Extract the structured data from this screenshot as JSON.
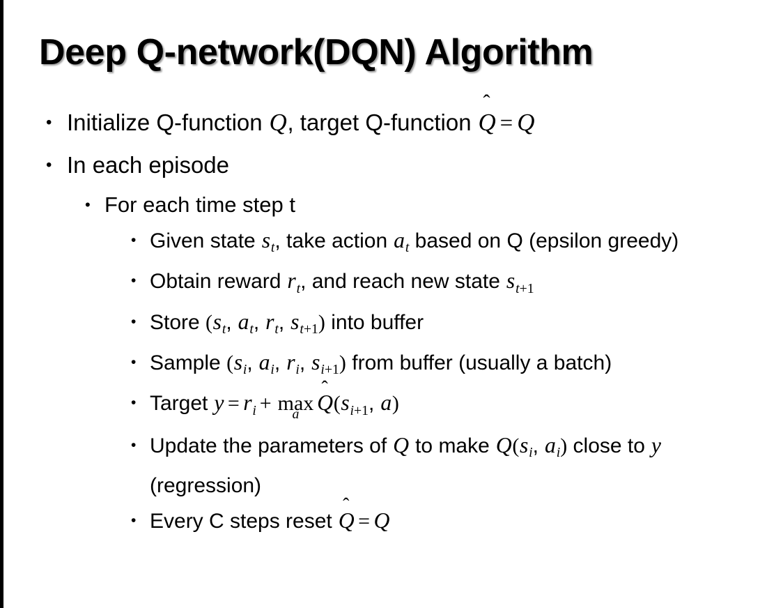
{
  "slide": {
    "title": "Deep Q-network(DQN) Algorithm",
    "background_color": "#ffffff",
    "text_color": "#000000",
    "edge_bar_color": "#000000",
    "bullet_glyph": "•"
  },
  "bullets": {
    "initialize": {
      "lead": "Initialize Q-function ",
      "q1": "Q",
      "mid": ", target Q-function ",
      "qhat": "Q",
      "hat": "̂",
      "eq": "=",
      "q2": "Q"
    },
    "in_each_episode": "In each episode",
    "for_each_time_step": "For each time step t",
    "given_state": {
      "lead": "Given state ",
      "s": "s",
      "s_sub": "t",
      "mid": ", take action ",
      "a": "a",
      "a_sub": "t",
      "tail": " based on Q (epsilon greedy)"
    },
    "obtain_reward": {
      "lead": "Obtain reward ",
      "r": "r",
      "r_sub": "t",
      "mid": ", and reach new state ",
      "s": "s",
      "s_sub_var": "t",
      "s_sub_plus": "+1"
    },
    "store": {
      "lead": "Store ",
      "open": "(",
      "s1": "s",
      "s1_sub": "t",
      "c1": ", ",
      "a1": "a",
      "a1_sub": "t",
      "c2": ", ",
      "r1": "r",
      "r1_sub": "t",
      "c3": ", ",
      "s2": "s",
      "s2_sub_var": "t",
      "s2_sub_plus": "+1",
      "close": ")",
      "tail": " into buffer"
    },
    "sample": {
      "lead": "Sample ",
      "open": "(",
      "s1": "s",
      "s1_sub": "i",
      "c1": ", ",
      "a1": "a",
      "a1_sub": "i",
      "c2": ", ",
      "r1": "r",
      "r1_sub": "i",
      "c3": ", ",
      "s2": "s",
      "s2_sub_var": "i",
      "s2_sub_plus": "+1",
      "close": ")",
      "tail": " from buffer (usually a batch)"
    },
    "target": {
      "lead": "Target ",
      "y": "y",
      "eq": "=",
      "r": "r",
      "r_sub": "i",
      "plus": "+",
      "max": "max",
      "max_under": "a",
      "qhat": "Q",
      "hat": "̂",
      "open": "(",
      "s": "s",
      "s_sub_var": "i",
      "s_sub_plus": "+1",
      "comma": ", ",
      "a": "a",
      "close": ")"
    },
    "update": {
      "lead": "Update the parameters of ",
      "q1": "Q",
      "mid": " to make ",
      "q2": "Q",
      "open": "(",
      "s": "s",
      "s_sub": "i",
      "comma": ", ",
      "a": "a",
      "a_sub": "i",
      "close": ")",
      "tail": " close to ",
      "y": "y",
      "tail2": " (regression)"
    },
    "every_c": {
      "lead": "Every C steps reset ",
      "qhat": "Q",
      "hat": "̂",
      "eq": "=",
      "q": "Q"
    }
  }
}
